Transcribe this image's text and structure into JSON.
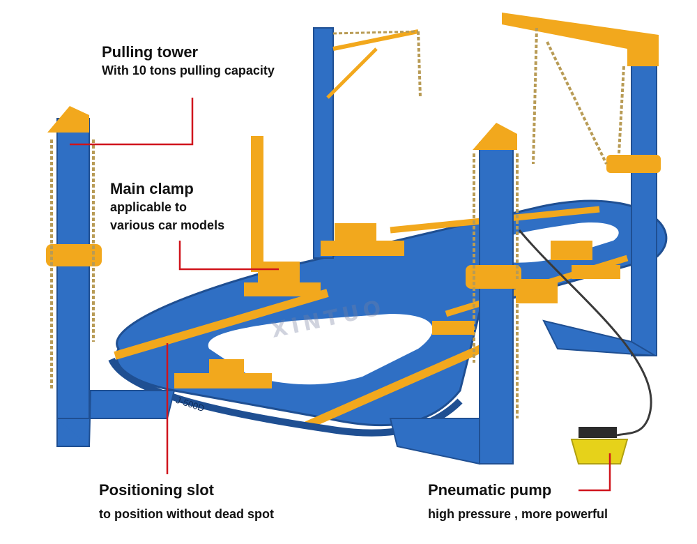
{
  "labels": {
    "pulling_tower": {
      "title": "Pulling tower",
      "sub": "With 10 tons pulling capacity"
    },
    "main_clamp": {
      "title": "Main clamp",
      "sub1": "applicable to",
      "sub2": "various car models"
    },
    "positioning_slot": {
      "title": "Positioning slot",
      "sub": "to position without dead spot"
    },
    "pneumatic_pump": {
      "title": "Pneumatic pump",
      "sub": "high pressure , more powerful"
    }
  },
  "product": {
    "model_marking": "J-500D",
    "watermark": "XINTUO"
  },
  "colors": {
    "frame_blue": "#2f6fc4",
    "accent_yellow": "#f2a81d",
    "leader_red": "#d0141c",
    "pump_yellow": "#e6d21a"
  }
}
